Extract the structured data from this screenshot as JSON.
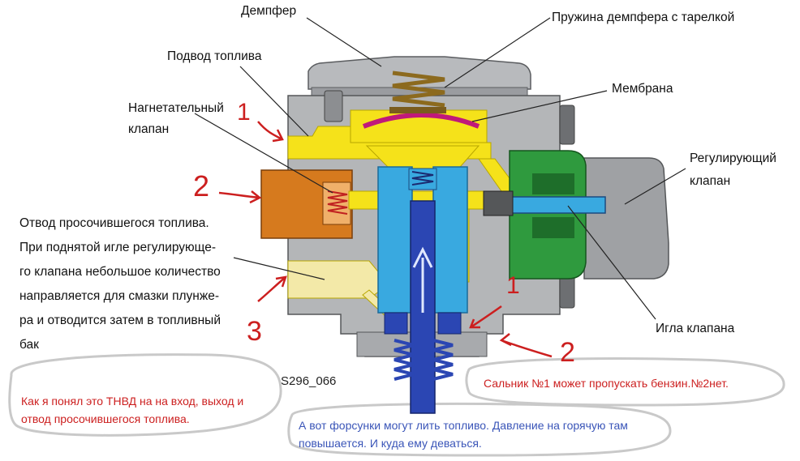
{
  "labels": {
    "dampfer": "Демпфер",
    "dampfer_spring": "Пружина демпфера с тарелкой",
    "fuel_supply": "Подвод топлива",
    "membrane": "Мембрана",
    "pressure_valve_line1": "Нагнетательный",
    "pressure_valve_line2": "клапан",
    "regulating_valve_line1": "Регулирующий",
    "regulating_valve_line2": "клапан",
    "leak_line1": "Отвод просочившегося топлива.",
    "leak_line2": "При поднятой игле регулирующе-",
    "leak_line3": "го клапана небольшое количество",
    "leak_line4": "направляется для смазки плунже-",
    "leak_line5": "ра и отводится затем в топливный",
    "leak_line6": "бак",
    "valve_needle": "Игла клапана",
    "figure_code": "S296_066"
  },
  "annotations": {
    "note_left_line1": "Как я понял это ТНВД на на вход, выход и",
    "note_left_line2": "отвод просочившегося топлива.",
    "note_right": "Сальник №1 может пропускать бензин.№2нет.",
    "note_bottom_line1": "А вот форсунки могут лить топливо. Давление на горячую там",
    "note_bottom_line2": "повышается. И куда ему деваться.",
    "mark_1_left": "1",
    "mark_2_left": "2",
    "mark_3_left": "3",
    "mark_1_right": "1",
    "mark_2_right": "2"
  },
  "colors": {
    "body_gray": "#b4b6b8",
    "dark_gray": "#7e8083",
    "fuel_yellow": "#f5e21a",
    "piston_blue": "#2b46b3",
    "cyan": "#39a9e0",
    "green": "#2f9a3e",
    "orange": "#d67a1e",
    "membrane_magenta": "#c0197a",
    "annotation_red": "#cc1f1f",
    "annotation_blue": "#3a55b8"
  }
}
